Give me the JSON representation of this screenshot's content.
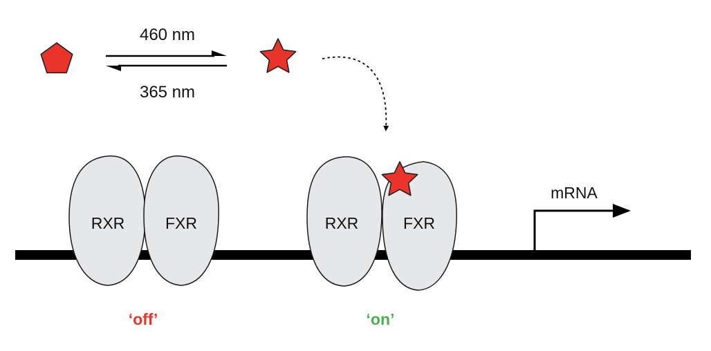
{
  "labels": {
    "forward_wavelength": "460 nm",
    "reverse_wavelength": "365 nm",
    "mrna": "mRNA"
  },
  "off_complex": {
    "left_protein": "RXR",
    "right_protein": "FXR",
    "state": "‘off’"
  },
  "on_complex": {
    "left_protein": "RXR",
    "right_protein": "FXR",
    "state": "‘on’"
  },
  "colors": {
    "ligand": "#e8342a",
    "protein_fill": "#e6e7e9",
    "off_state": "#e8342a",
    "on_state": "#4caf50",
    "dna": "#000000"
  }
}
